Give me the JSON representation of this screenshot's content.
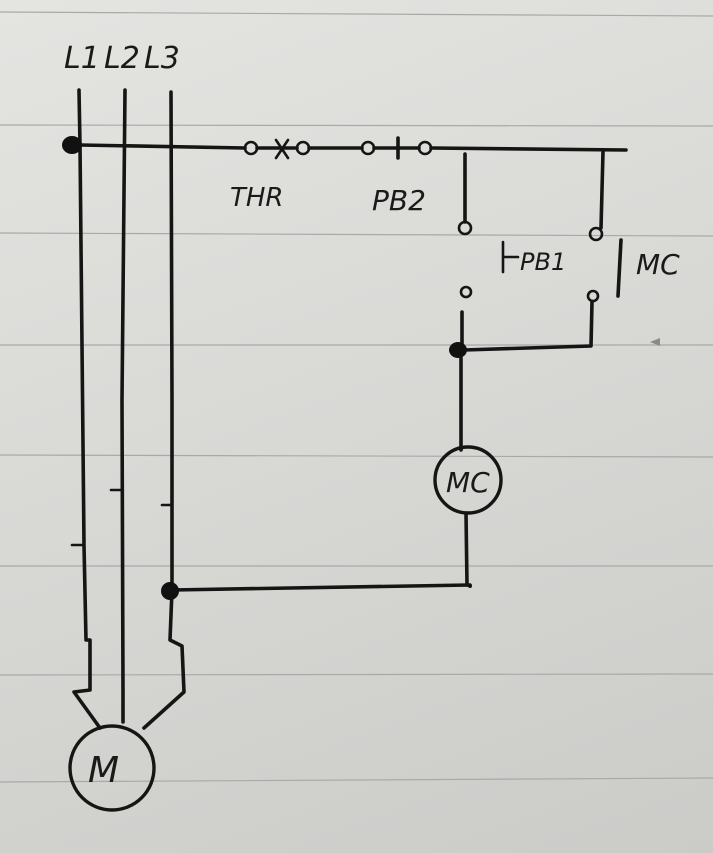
{
  "diagram": {
    "line_labels": [
      "L1",
      "L2",
      "L3"
    ],
    "thermal_relay_label": "THR",
    "stop_button_label": "PB2",
    "start_button_label": "PB1",
    "aux_contact_label": "MC",
    "contactor_coil_label": "MC",
    "motor_label": "M"
  }
}
